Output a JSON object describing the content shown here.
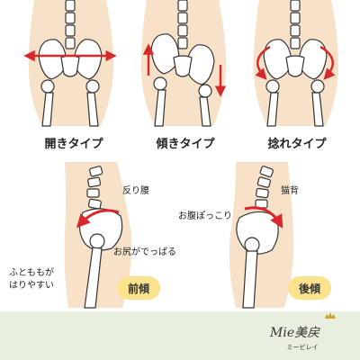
{
  "types": {
    "open": "開きタイプ",
    "tilt": "傾きタイプ",
    "twist": "捻れタイプ"
  },
  "posture": {
    "anterior": {
      "badge": "前傾",
      "note_back": "反り腰",
      "note_hip": "お尻がでっぱる",
      "note_thigh_1": "ふとももが",
      "note_thigh_2": "はりやすい"
    },
    "posterior": {
      "badge": "後傾",
      "note_back": "猫背",
      "note_belly": "お腹ぽっこり"
    }
  },
  "brand": {
    "logo_text": "Mie美戻",
    "logo_sub": "ミービレイ"
  },
  "colors": {
    "skin": "#f8e1c9",
    "bone": "#ffffff",
    "outline": "#333333",
    "arrow": "#d8282a",
    "badge": "#fbe38e",
    "footer": "#e8efdf"
  }
}
